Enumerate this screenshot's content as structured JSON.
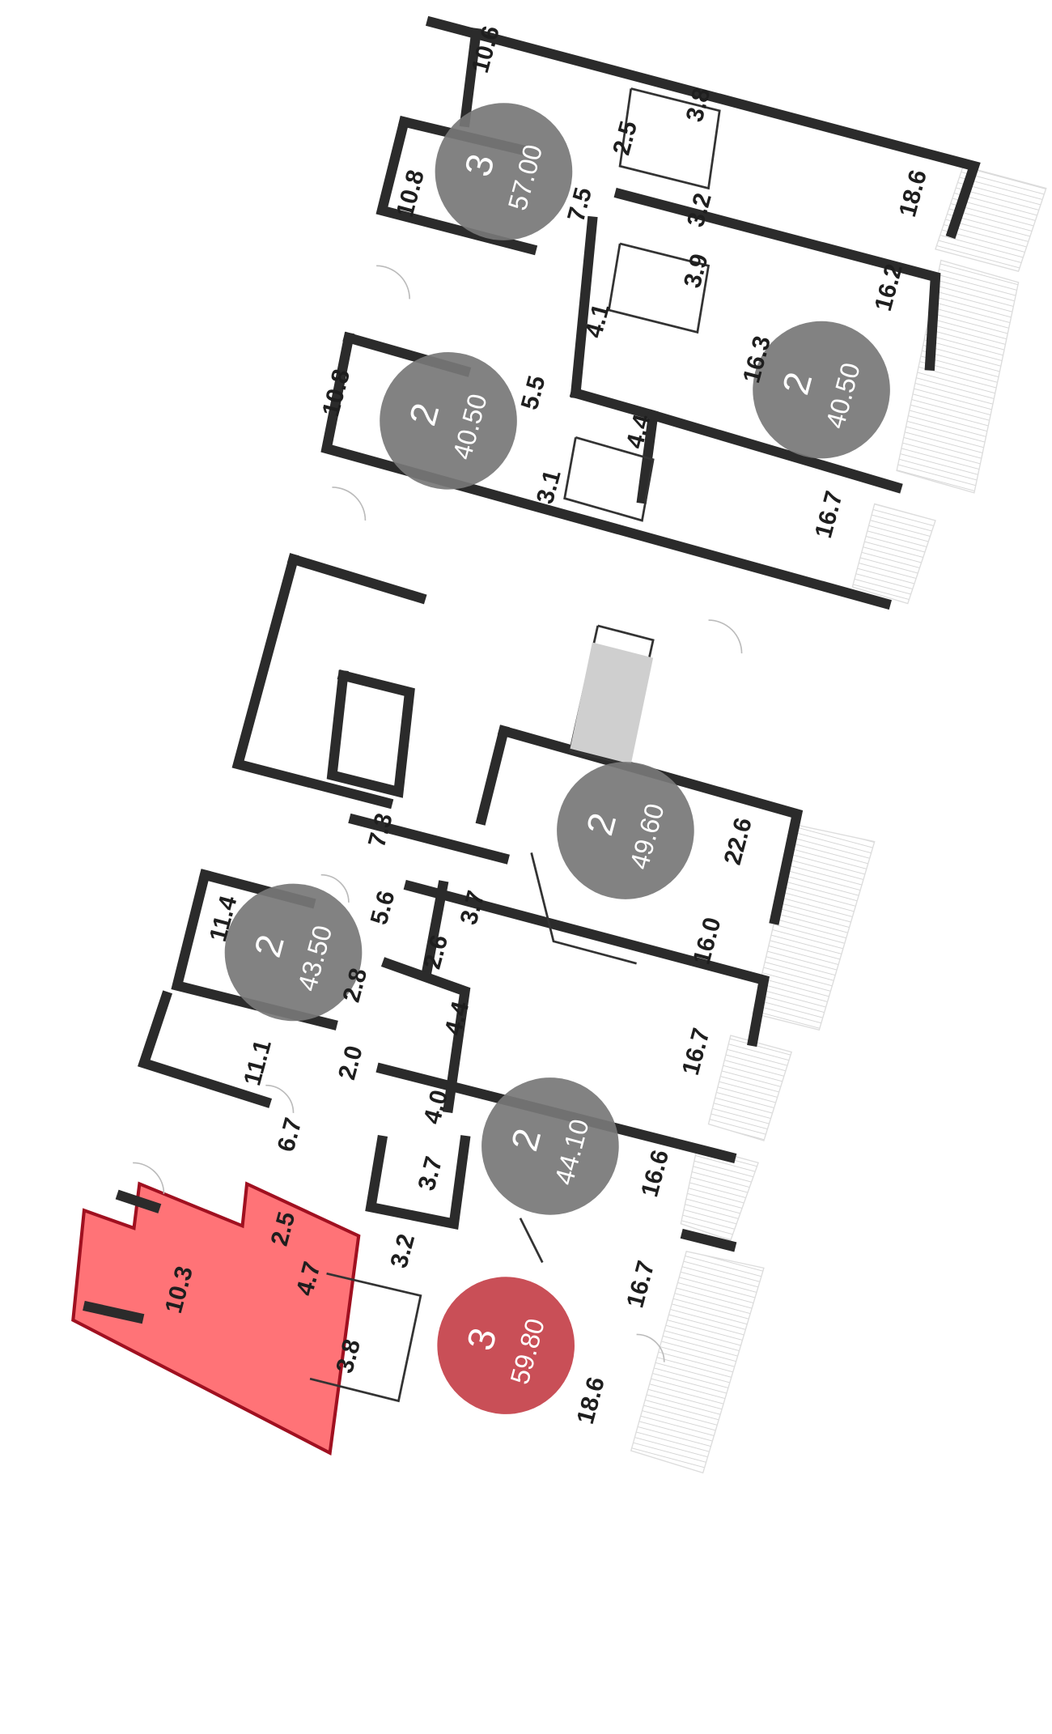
{
  "colors": {
    "highlight": "#ff5a5f",
    "badge": "#777777",
    "wall": "#2b2b2b"
  },
  "apartments": [
    {
      "rooms": "3",
      "area": "57.00"
    },
    {
      "rooms": "2",
      "area": "40.50"
    },
    {
      "rooms": "2",
      "area": "40.50"
    },
    {
      "rooms": "2",
      "area": "49.60"
    },
    {
      "rooms": "2",
      "area": "43.50"
    },
    {
      "rooms": "2",
      "area": "44.10"
    },
    {
      "rooms": "3",
      "area": "59.80",
      "selected": true
    }
  ],
  "room_areas": [
    "10.6",
    "3.8",
    "18.6",
    "10.8",
    "2.5",
    "7.5",
    "3.2",
    "3.9",
    "16.2",
    "4.1",
    "16.3",
    "10.8",
    "5.5",
    "4.4",
    "3.1",
    "16.7",
    "7.3",
    "22.6",
    "11.4",
    "5.6",
    "3.7",
    "16.0",
    "2.8",
    "2.6",
    "4.4",
    "11.1",
    "2.0",
    "16.7",
    "4.0",
    "6.7",
    "3.7",
    "16.6",
    "10.3",
    "2.5",
    "4.7",
    "3.2",
    "3.8",
    "16.7",
    "18.6"
  ]
}
